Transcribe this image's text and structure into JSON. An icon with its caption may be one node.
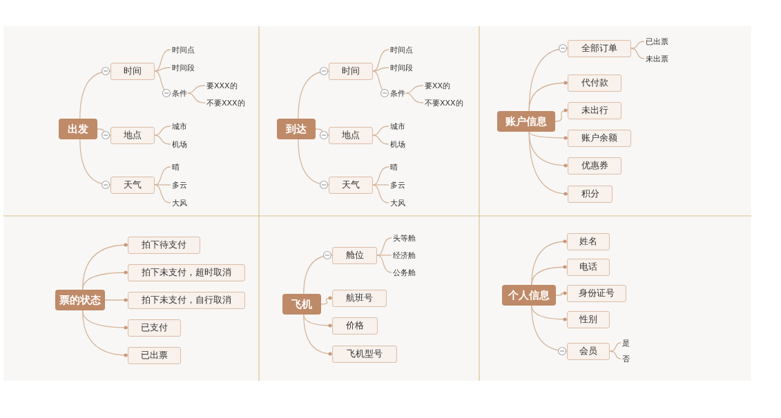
{
  "diagram": {
    "nodes": [
      {
        "text": [
          "出发"
        ]
      },
      {
        "text": [
          "时间"
        ]
      },
      {
        "text": [
          "时间点"
        ]
      },
      {
        "text": [
          "时间段"
        ]
      },
      {
        "text": [
          "条件"
        ]
      },
      {
        "text": [
          "要XXX的"
        ]
      },
      {
        "text": [
          "不要XXX的"
        ]
      },
      {
        "text": [
          "地点"
        ]
      },
      {
        "text": [
          "城市"
        ]
      },
      {
        "text": [
          "机场"
        ]
      },
      {
        "text": [
          "天气"
        ]
      },
      {
        "text": [
          "晴"
        ]
      },
      {
        "text": [
          "多云"
        ]
      },
      {
        "text": [
          "大风"
        ]
      },
      {
        "text": [
          "到达"
        ]
      },
      {
        "text": [
          "时间"
        ]
      },
      {
        "text": [
          "时间点"
        ]
      },
      {
        "text": [
          "时间段"
        ]
      },
      {
        "text": [
          "条件"
        ]
      },
      {
        "text": [
          "要XX的"
        ]
      },
      {
        "text": [
          "不要XXX的"
        ]
      },
      {
        "text": [
          "地点"
        ]
      },
      {
        "text": [
          "城市"
        ]
      },
      {
        "text": [
          "机场"
        ]
      },
      {
        "text": [
          "天气"
        ]
      },
      {
        "text": [
          "晴"
        ]
      },
      {
        "text": [
          "多云"
        ]
      },
      {
        "text": [
          "大风"
        ]
      },
      {
        "text": [
          "账户信息"
        ]
      },
      {
        "text": [
          "全部订单"
        ]
      },
      {
        "text": [
          "已出票"
        ]
      },
      {
        "text": [
          "未出票"
        ]
      },
      {
        "text": [
          "代付款"
        ]
      },
      {
        "text": [
          "未出行"
        ]
      },
      {
        "text": [
          "账户余额"
        ]
      },
      {
        "text": [
          "优惠券"
        ]
      },
      {
        "text": [
          "积分"
        ]
      },
      {
        "text": [
          "票的状态"
        ]
      },
      {
        "text": [
          "拍下待支付"
        ]
      },
      {
        "text": [
          "拍下未支付，超时取消"
        ]
      },
      {
        "text": [
          "拍下未支付，自行取消"
        ]
      },
      {
        "text": [
          "已支付"
        ]
      },
      {
        "text": [
          "已出票"
        ]
      },
      {
        "text": [
          "飞机"
        ]
      },
      {
        "text": [
          "舱位"
        ]
      },
      {
        "text": [
          "头等舱"
        ]
      },
      {
        "text": [
          "经济舱"
        ]
      },
      {
        "text": [
          "公务舱"
        ]
      },
      {
        "text": [
          "航班号"
        ]
      },
      {
        "text": [
          "价格"
        ]
      },
      {
        "text": [
          "飞机型号"
        ]
      },
      {
        "text": [
          "个人信息"
        ]
      },
      {
        "text": [
          "姓名"
        ]
      },
      {
        "text": [
          "电话"
        ]
      },
      {
        "text": [
          "身份证号"
        ]
      },
      {
        "text": [
          "性别"
        ]
      },
      {
        "text": [
          "会员"
        ]
      },
      {
        "text": [
          "是"
        ]
      },
      {
        "text": [
          "否"
        ]
      }
    ],
    "edges": [
      {
        "from": 0,
        "to": 1,
        "arrow": "none"
      },
      {
        "from": 0,
        "to": 7,
        "arrow": "none"
      },
      {
        "from": 0,
        "to": 10,
        "arrow": "none"
      },
      {
        "from": 1,
        "to": 2,
        "arrow": "none"
      },
      {
        "from": 1,
        "to": 3,
        "arrow": "none"
      },
      {
        "from": 1,
        "to": 4,
        "arrow": "none"
      },
      {
        "from": 4,
        "to": 5,
        "arrow": "none"
      },
      {
        "from": 4,
        "to": 6,
        "arrow": "none"
      },
      {
        "from": 7,
        "to": 8,
        "arrow": "none"
      },
      {
        "from": 7,
        "to": 9,
        "arrow": "none"
      },
      {
        "from": 10,
        "to": 11,
        "arrow": "none"
      },
      {
        "from": 10,
        "to": 12,
        "arrow": "none"
      },
      {
        "from": 10,
        "to": 13,
        "arrow": "none"
      },
      {
        "from": 14,
        "to": 15,
        "arrow": "none"
      },
      {
        "from": 14,
        "to": 21,
        "arrow": "none"
      },
      {
        "from": 14,
        "to": 24,
        "arrow": "none"
      },
      {
        "from": 15,
        "to": 16,
        "arrow": "none"
      },
      {
        "from": 15,
        "to": 17,
        "arrow": "none"
      },
      {
        "from": 15,
        "to": 18,
        "arrow": "none"
      },
      {
        "from": 18,
        "to": 19,
        "arrow": "none"
      },
      {
        "from": 18,
        "to": 20,
        "arrow": "none"
      },
      {
        "from": 21,
        "to": 22,
        "arrow": "none"
      },
      {
        "from": 21,
        "to": 23,
        "arrow": "none"
      },
      {
        "from": 24,
        "to": 25,
        "arrow": "none"
      },
      {
        "from": 24,
        "to": 26,
        "arrow": "none"
      },
      {
        "from": 24,
        "to": 27,
        "arrow": "none"
      },
      {
        "from": 28,
        "to": 29,
        "arrow": "none"
      },
      {
        "from": 28,
        "to": 32,
        "arrow": "none"
      },
      {
        "from": 28,
        "to": 33,
        "arrow": "none"
      },
      {
        "from": 28,
        "to": 34,
        "arrow": "none"
      },
      {
        "from": 28,
        "to": 35,
        "arrow": "none"
      },
      {
        "from": 28,
        "to": 36,
        "arrow": "none"
      },
      {
        "from": 29,
        "to": 30,
        "arrow": "none"
      },
      {
        "from": 29,
        "to": 31,
        "arrow": "none"
      },
      {
        "from": 37,
        "to": 38,
        "arrow": "none"
      },
      {
        "from": 37,
        "to": 39,
        "arrow": "none"
      },
      {
        "from": 37,
        "to": 40,
        "arrow": "none"
      },
      {
        "from": 37,
        "to": 41,
        "arrow": "none"
      },
      {
        "from": 37,
        "to": 42,
        "arrow": "none"
      },
      {
        "from": 43,
        "to": 44,
        "arrow": "none"
      },
      {
        "from": 43,
        "to": 48,
        "arrow": "none"
      },
      {
        "from": 43,
        "to": 49,
        "arrow": "none"
      },
      {
        "from": 43,
        "to": 50,
        "arrow": "none"
      },
      {
        "from": 44,
        "to": 45,
        "arrow": "none"
      },
      {
        "from": 44,
        "to": 46,
        "arrow": "none"
      },
      {
        "from": 44,
        "to": 47,
        "arrow": "none"
      },
      {
        "from": 51,
        "to": 52,
        "arrow": "none"
      },
      {
        "from": 51,
        "to": 53,
        "arrow": "none"
      },
      {
        "from": 51,
        "to": 54,
        "arrow": "none"
      },
      {
        "from": 51,
        "to": 55,
        "arrow": "none"
      },
      {
        "from": 51,
        "to": 56,
        "arrow": "none"
      },
      {
        "from": 56,
        "to": 57,
        "arrow": "none"
      },
      {
        "from": 56,
        "to": 58,
        "arrow": "none"
      }
    ]
  }
}
